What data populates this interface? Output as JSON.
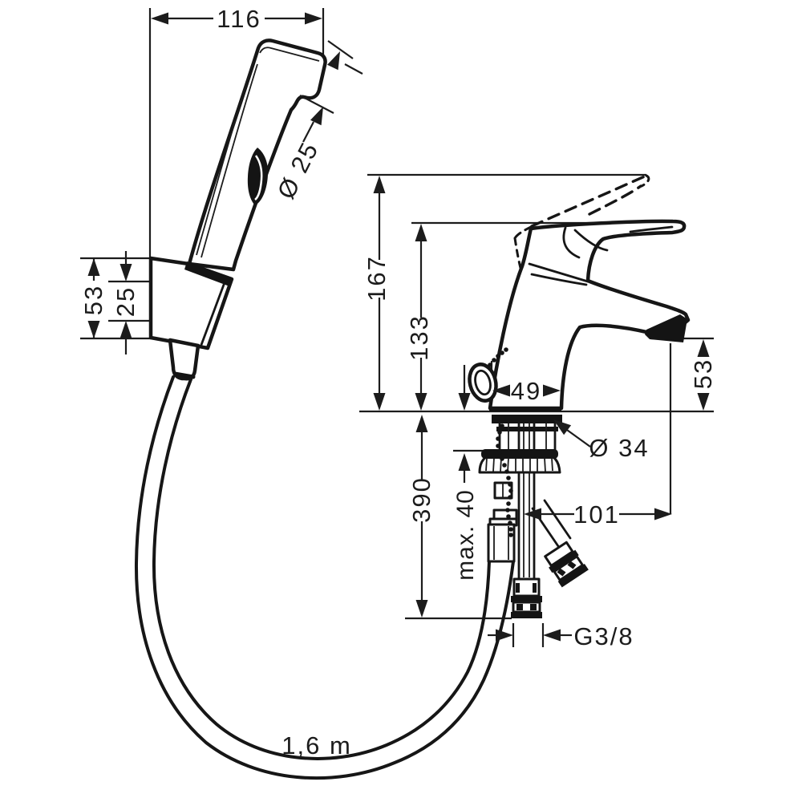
{
  "diagram": {
    "type": "technical-dimension-drawing",
    "subject": "Basin mixer with hand shower set",
    "unit": "mm",
    "labels": {
      "head_width": "116",
      "head_diameter": "Ø 25",
      "holder_height": "53",
      "holder_inner": "25",
      "mixer_total_height": "167",
      "mixer_lever_height": "133",
      "base_width": "49",
      "spout_height": "53",
      "shank_diameter": "Ø 34",
      "below_deck_length": "390",
      "max_deck_thickness": "max. 40",
      "spout_reach": "101",
      "thread": "G3/8",
      "hose_length": "1,6 m"
    }
  }
}
